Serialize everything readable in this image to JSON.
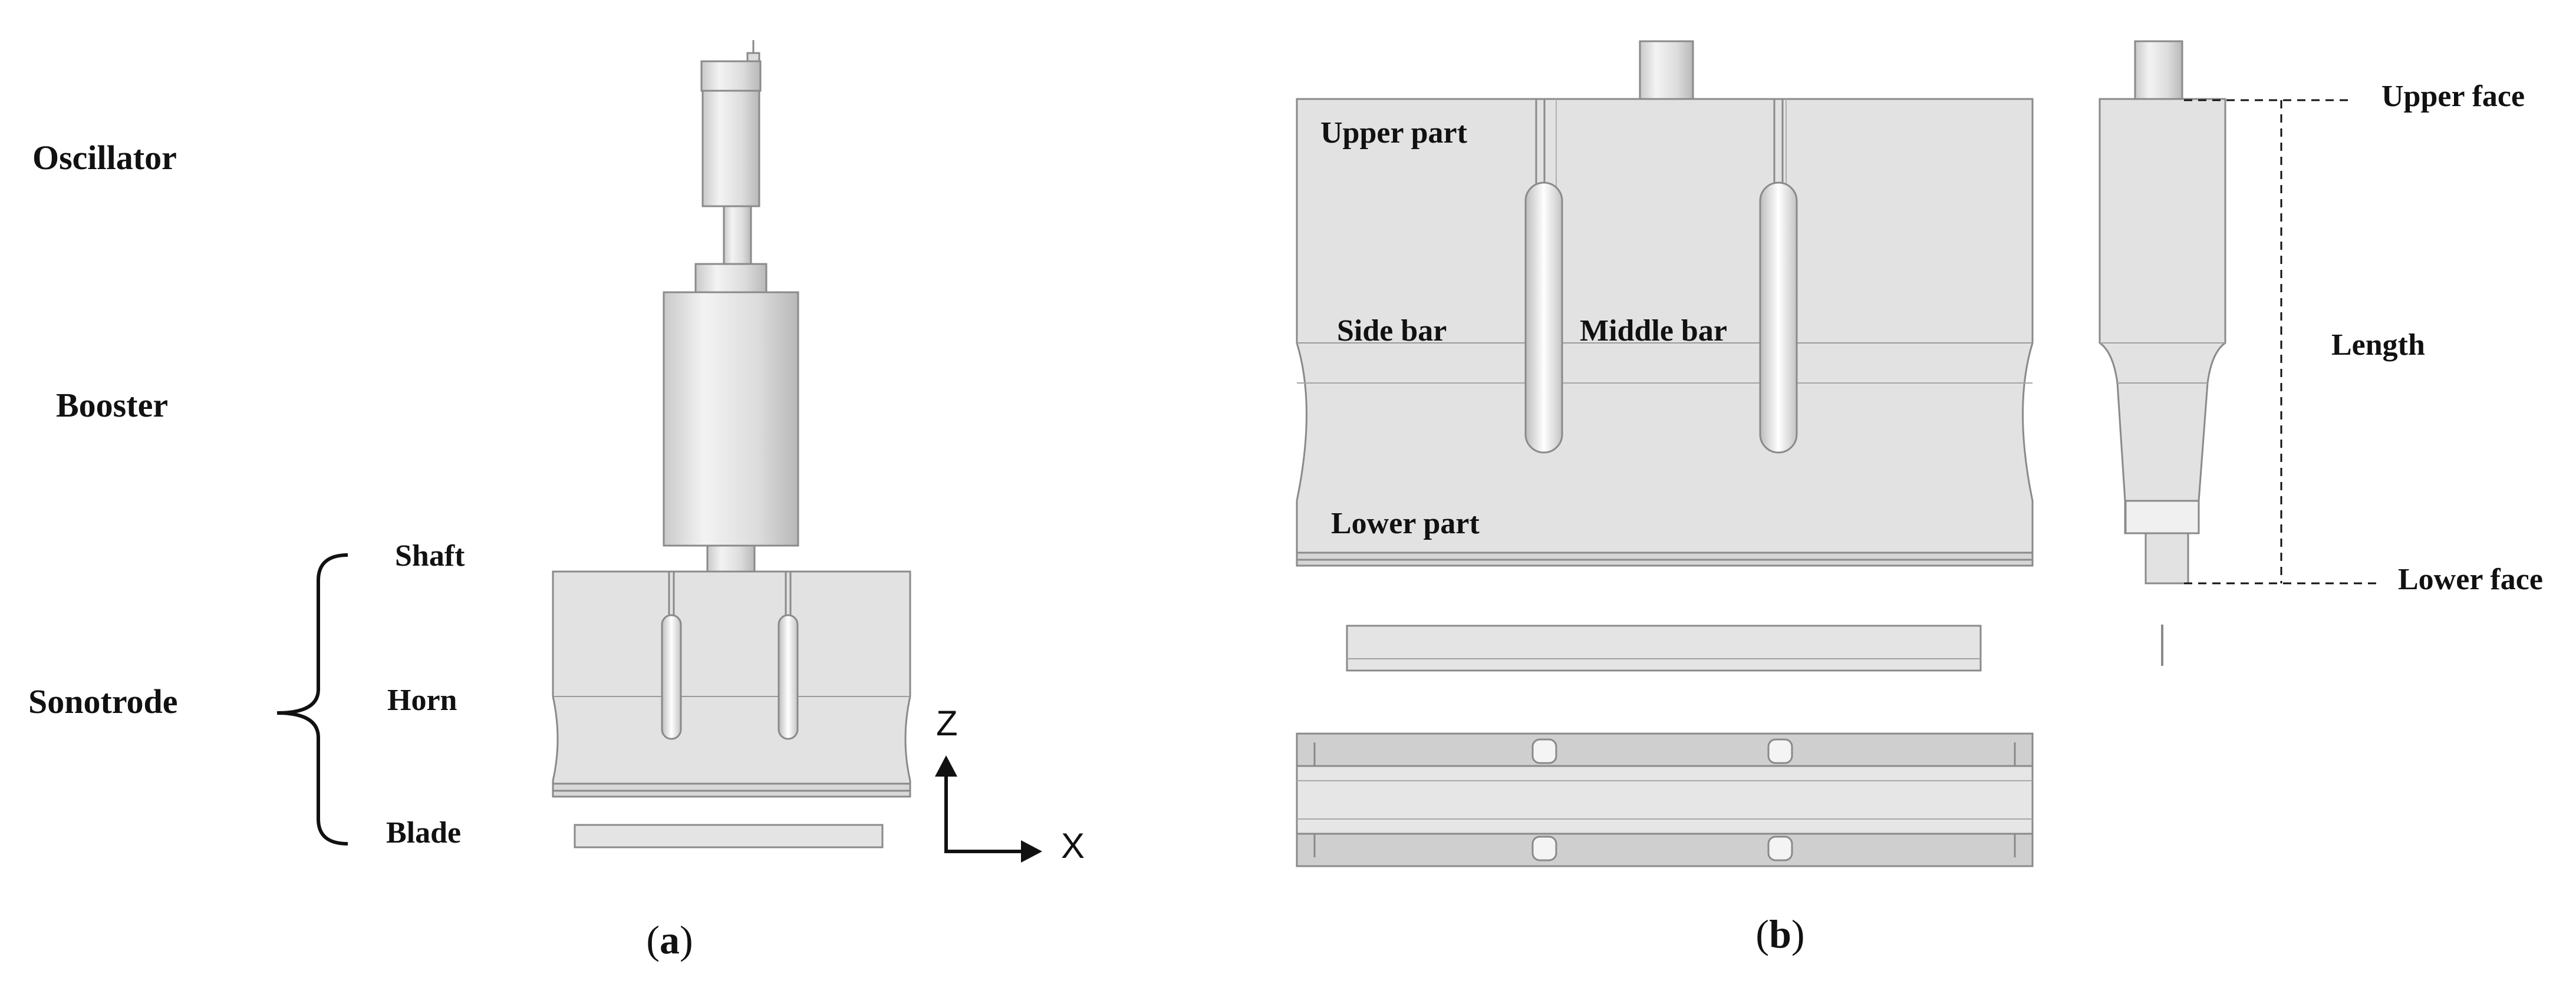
{
  "panel_a": {
    "labels": {
      "oscillator": "Oscillator",
      "booster": "Booster",
      "sonotrode": "Sonotrode",
      "shaft": "Shaft",
      "horn": "Horn",
      "blade": "Blade"
    },
    "axes": {
      "z": "Z",
      "x": "X"
    },
    "caption": {
      "open": "(",
      "letter": "a",
      "close": ")"
    }
  },
  "panel_b": {
    "labels": {
      "upper_part": "Upper part",
      "side_bar": "Side bar",
      "middle_bar": "Middle bar",
      "lower_part": "Lower part",
      "upper_face": "Upper face",
      "length": "Length",
      "lower_face": "Lower face"
    },
    "caption": {
      "open": "(",
      "letter": "b",
      "close": ")"
    }
  },
  "colors": {
    "part_fill": "#e2e2e2",
    "part_stroke": "#8a8a8a",
    "cylinder_light": "#f2f2f2",
    "cylinder_dark": "#bdbdbd",
    "line": "#111111"
  }
}
